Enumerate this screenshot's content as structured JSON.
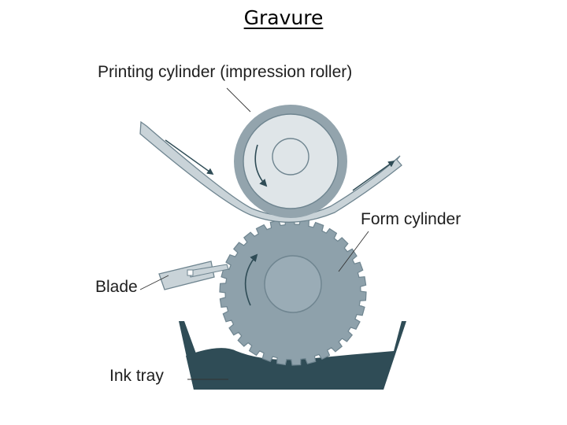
{
  "title": "Gravure",
  "labels": {
    "printing_cylinder": "Printing cylinder (impression roller)",
    "form_cylinder": "Form cylinder",
    "blade": "Blade",
    "ink_tray": "Ink tray"
  },
  "colors": {
    "ink": "#2f4c56",
    "form_cylinder": "#8ea1ab",
    "form_hub": "#9aacb6",
    "printing_outer": "#93a4ad",
    "printing_inner": "#dfe5e8",
    "substrate": "#c9d3d8",
    "outline": "#6f8590"
  }
}
